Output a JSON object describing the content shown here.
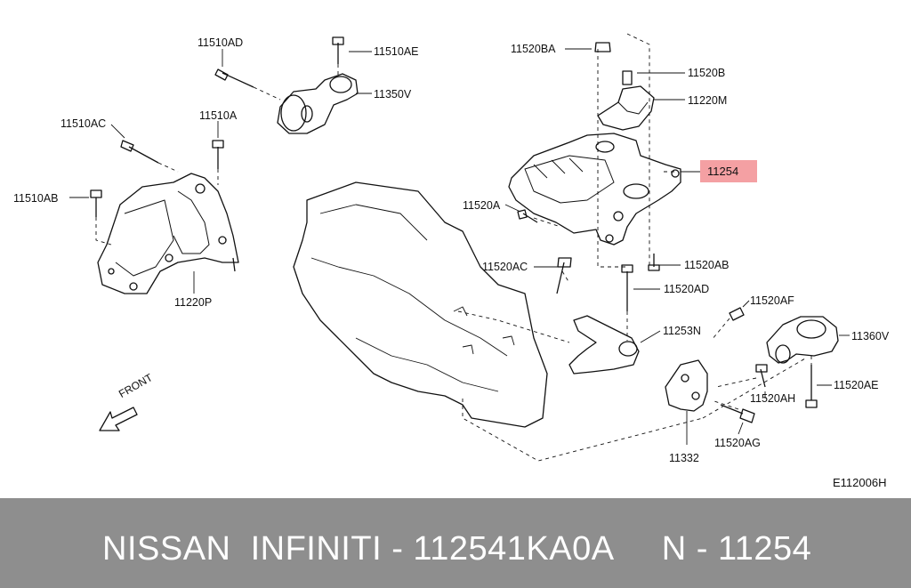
{
  "labels": {
    "l11510AD": "11510AD",
    "l11510AE": "11510AE",
    "l11350V": "11350V",
    "l11510AC": "11510AC",
    "l11510A": "11510A",
    "l11510AB": "11510AB",
    "l11220P": "11220P",
    "l11520BA": "11520BA",
    "l11520B": "11520B",
    "l11220M": "11220M",
    "l11254": "11254",
    "l11520A": "11520A",
    "l11520AC": "11520AC",
    "l11520AB": "11520AB",
    "l11520AD": "11520AD",
    "l11520AF": "11520AF",
    "l11253N": "11253N",
    "l11360V": "11360V",
    "l11520AE": "11520AE",
    "l11520AH": "11520AH",
    "l11332": "11332",
    "l11520AG": "11520AG"
  },
  "front": "FRONT",
  "figure_code": "E112006H",
  "highlight_color": "#f4a0a3",
  "banner": {
    "text": "NISSAN  INFINITI - 112541KA0A     N - 11254",
    "background": "#8e8e8e"
  }
}
